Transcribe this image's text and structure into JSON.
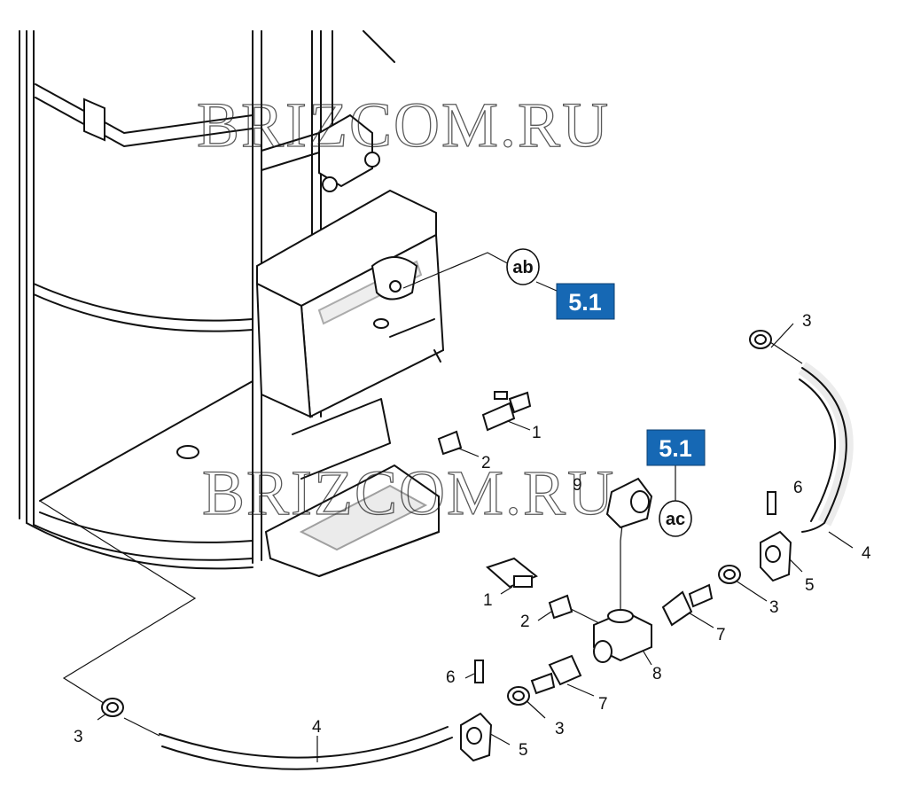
{
  "watermark": "BRIZCOM.RU",
  "badges": [
    "5.1",
    "5.1"
  ],
  "circled_refs": [
    "ab",
    "ac"
  ],
  "part_labels": [
    "1",
    "2",
    "3",
    "4",
    "5",
    "6",
    "7",
    "8",
    "9",
    "1",
    "2",
    "3",
    "4",
    "5",
    "6",
    "7",
    "3",
    "3"
  ],
  "colors": {
    "badge": "#1668b4",
    "line": "#111111",
    "shade": "#cfcfcf"
  }
}
